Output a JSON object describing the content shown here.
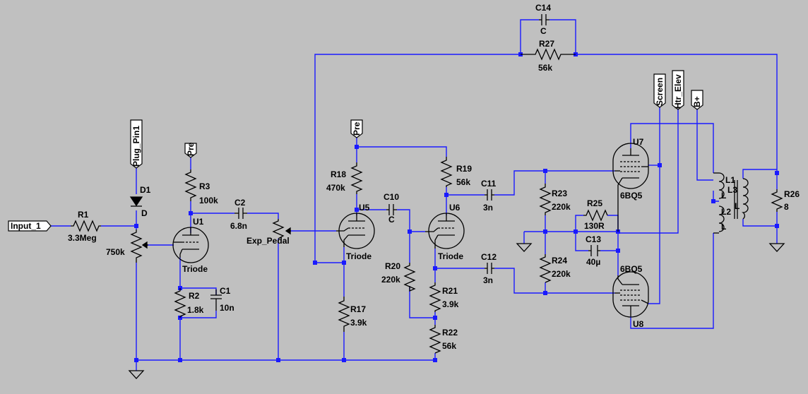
{
  "components": {
    "r1": {
      "ref": "R1",
      "value": "3.3Meg"
    },
    "r2": {
      "ref": "R2",
      "value": "1.8k"
    },
    "r3": {
      "ref": "R3",
      "value": "100k"
    },
    "r17": {
      "ref": "R17",
      "value": "3.9k"
    },
    "r18": {
      "ref": "R18",
      "value": "470k"
    },
    "r19": {
      "ref": "R19",
      "value": "56k"
    },
    "r20": {
      "ref": "R20",
      "value": "220k"
    },
    "r21": {
      "ref": "R21",
      "value": "3.9k"
    },
    "r22": {
      "ref": "R22",
      "value": "56k"
    },
    "r23": {
      "ref": "R23",
      "value": "220k"
    },
    "r24": {
      "ref": "R24",
      "value": "220k"
    },
    "r25": {
      "ref": "R25",
      "value": "130R"
    },
    "r26": {
      "ref": "R26",
      "value": "8"
    },
    "r27": {
      "ref": "R27",
      "value": "56k"
    },
    "c1": {
      "ref": "C1",
      "value": "10n"
    },
    "c2": {
      "ref": "C2",
      "value": "6.8n"
    },
    "c10": {
      "ref": "C10",
      "value": "C"
    },
    "c11": {
      "ref": "C11",
      "value": "3n"
    },
    "c12": {
      "ref": "C12",
      "value": "3n"
    },
    "c13": {
      "ref": "C13",
      "value": "40µ"
    },
    "c14": {
      "ref": "C14",
      "value": "C"
    },
    "d1": {
      "ref": "D1",
      "value": "D"
    },
    "pot1": {
      "value": "750k"
    },
    "exp_pedal": {
      "value": "Exp_Pedal"
    },
    "u1": {
      "ref": "U1",
      "model": "Triode"
    },
    "u5": {
      "ref": "U5",
      "model": "Triode"
    },
    "u6": {
      "ref": "U6",
      "model": "Triode"
    },
    "u7": {
      "ref": "U7",
      "model": "6BQ5"
    },
    "u8": {
      "ref": "U8",
      "model": "6BQ5"
    },
    "l1": {
      "ref": "L1",
      "value": "L"
    },
    "l2": {
      "ref": "L2",
      "value": "L"
    },
    "l3": {
      "ref": "L3",
      "value": "L"
    }
  },
  "net_labels": {
    "input": "Input_1",
    "plug": "Plug_Pin1",
    "pre": "Pre",
    "screen": "Screen",
    "htr": "Htr_Elev",
    "bplus": "B+"
  },
  "colors": {
    "wire": "#1a1aff",
    "component": "#000000",
    "background": "#c0c0c0"
  }
}
